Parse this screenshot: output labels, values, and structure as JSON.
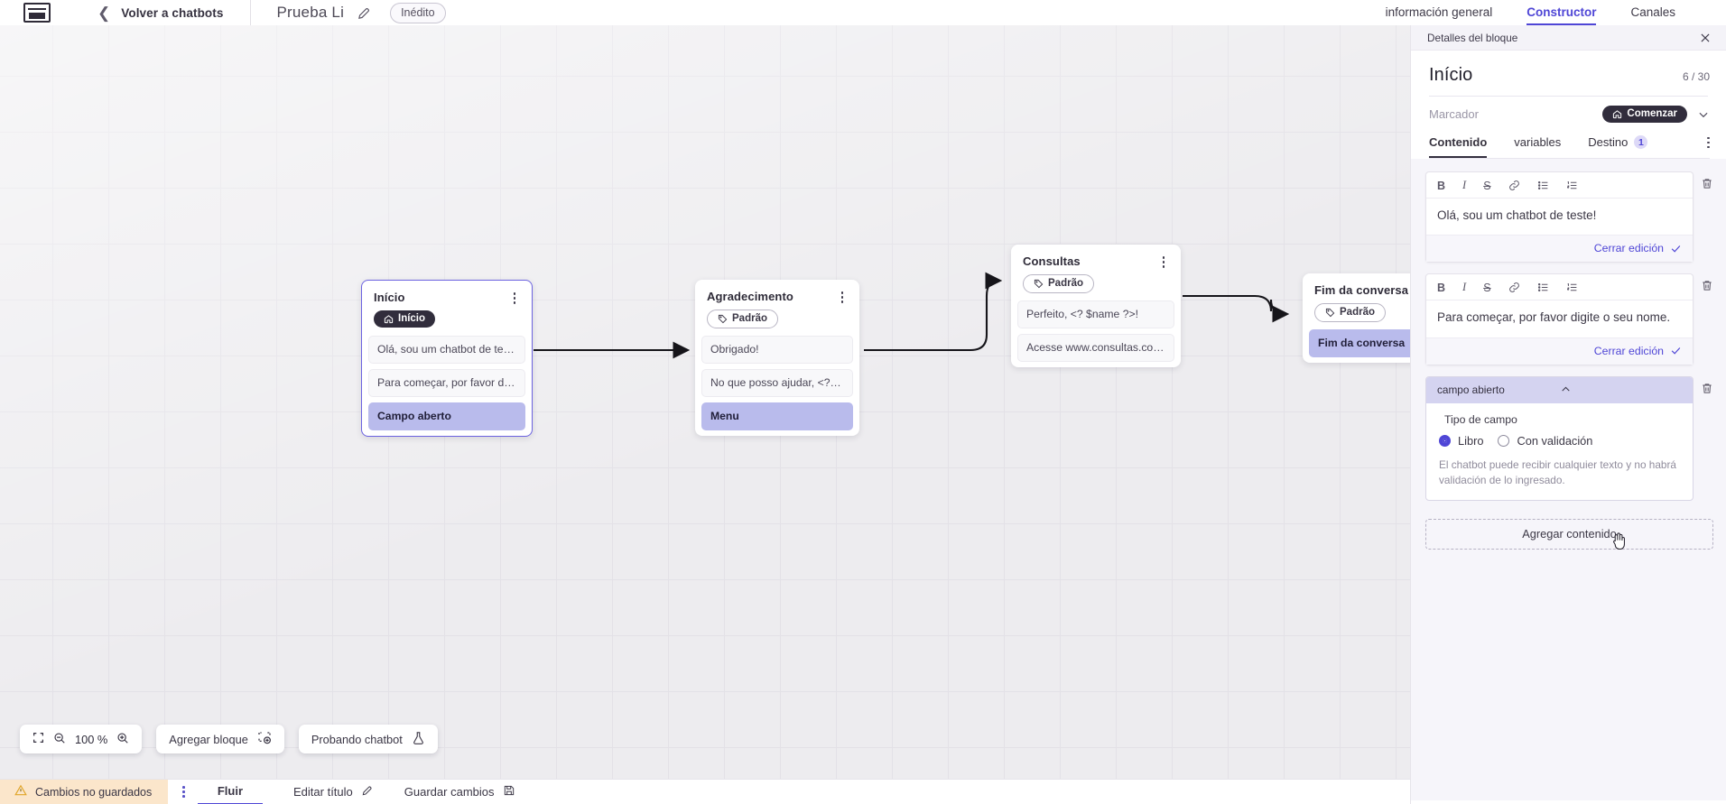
{
  "topbar": {
    "logo_name": "app-logo",
    "back_label": "Volver a chatbots",
    "bot_title": "Prueba Li",
    "unpublished_badge": "Inédito",
    "tabs": [
      {
        "label": "información general",
        "active": false
      },
      {
        "label": "Constructor",
        "active": true
      },
      {
        "label": "Canales",
        "active": false
      }
    ]
  },
  "canvas": {
    "nodes": [
      {
        "title": "Início",
        "tag": "Início",
        "tag_style": "dark",
        "tag_icon": "home-icon",
        "selected": true,
        "rows": [
          {
            "text": "Olá, sou um chatbot de teste!",
            "accent": false
          },
          {
            "text": "Para começar, por favor digite o ...",
            "accent": false
          },
          {
            "text": "Campo aberto",
            "accent": true
          }
        ]
      },
      {
        "title": "Agradecimento",
        "tag": "Padrão",
        "tag_style": "light",
        "tag_icon": "tag-icon",
        "selected": false,
        "rows": [
          {
            "text": "Obrigado!",
            "accent": false
          },
          {
            "text": "No que posso ajudar, <? $name ...",
            "accent": false
          },
          {
            "text": "Menu",
            "accent": true
          }
        ]
      },
      {
        "title": "Consultas",
        "tag": "Padrão",
        "tag_style": "light",
        "tag_icon": "tag-icon",
        "selected": false,
        "rows": [
          {
            "text": "Perfeito, <? $name ?>!",
            "accent": false
          },
          {
            "text": "Acesse www.consultas.com par...",
            "accent": false
          }
        ]
      },
      {
        "title": "Fim da conversa",
        "tag": "Padrão",
        "tag_style": "light",
        "tag_icon": "tag-icon",
        "selected": false,
        "rows": [
          {
            "text": "Fim da conversa",
            "accent": true
          }
        ]
      }
    ]
  },
  "float_toolbar": {
    "fit_icon": "fit-screen-icon",
    "zoom_out_icon": "zoom-out-icon",
    "zoom_level": "100 %",
    "zoom_in_icon": "zoom-in-icon",
    "add_block_label": "Agregar bloque",
    "add_block_icon": "add-block-icon",
    "test_bot_label": "Probando chatbot",
    "test_bot_icon": "flask-icon"
  },
  "statusbar": {
    "unsaved_label": "Cambios no guardados",
    "warning_icon": "warning-icon",
    "kebab_icon": "kebab-icon",
    "flow_label": "Fluir",
    "edit_title_label": "Editar título",
    "edit_title_icon": "pencil-icon",
    "save_label": "Guardar cambios",
    "save_icon": "save-disk-icon"
  },
  "panel": {
    "header_title": "Detalles del bloque",
    "close_icon": "close-icon",
    "block_title": "Início",
    "counter": "6 / 30",
    "marcador_label": "Marcador",
    "marcador_value": "Comenzar",
    "marcador_icon": "home-icon",
    "chevron_icon": "chevron-down-icon",
    "tabs": [
      {
        "label": "Contenido",
        "active": true,
        "badge": ""
      },
      {
        "label": "variables",
        "active": false,
        "badge": ""
      },
      {
        "label": "Destino",
        "active": false,
        "badge": "1"
      }
    ],
    "kebab_icon": "kebab-icon",
    "editor_toolbar": {
      "bold": "B",
      "italic": "I",
      "strike": "S",
      "link_icon": "link-icon",
      "bullet_list_icon": "bullet-list-icon",
      "numbered_list_icon": "numbered-list-icon",
      "delete_icon": "trash-icon"
    },
    "cards": [
      {
        "text": "Olá, sou um chatbot de teste!",
        "close_edit": "Cerrar edición"
      },
      {
        "text": "Para começar, por favor digite o seu nome.",
        "close_edit": "Cerrar edición"
      }
    ],
    "field_block": {
      "header": "campo abierto",
      "collapse_icon": "chevron-up-icon",
      "type_label": "Tipo de campo",
      "options": [
        {
          "label": "Libro",
          "selected": true
        },
        {
          "label": "Con validación",
          "selected": false
        }
      ],
      "hint": "El chatbot puede recibir cualquier texto y no habrá validación de lo ingresado.",
      "delete_icon": "trash-icon"
    },
    "add_content_label": "Agregar contenido"
  },
  "colors": {
    "accent": "#4f46d6",
    "node_accent_row": "#b9bbec",
    "dark_badge": "#312d3c",
    "unsaved_bg": "#fbe6cb",
    "canvas_bg": "#edecef"
  }
}
